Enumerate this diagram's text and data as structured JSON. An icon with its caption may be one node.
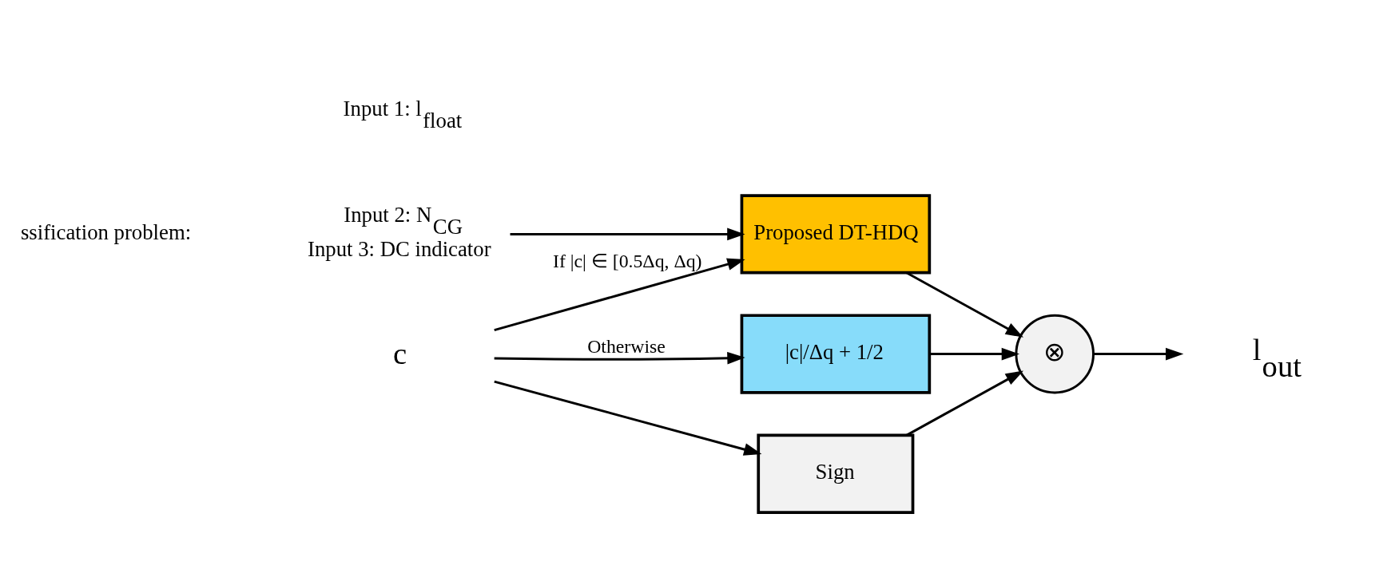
{
  "diagram": {
    "nodes": [
      {
        "text": [
          "c"
        ]
      },
      {
        "text": [
          "Proposed DT-HDQ"
        ]
      },
      {
        "text": [
          "|c|/Δq + 1/2"
        ]
      },
      {
        "text": [
          "Sign"
        ]
      },
      {
        "text": [
          "⊗"
        ]
      },
      {
        "text": [
          "l$_{out}$"
        ]
      },
      {
        "text": [
          "Input 2: N$_{CG}$",
          "Input 3: DC indicator"
        ]
      }
    ],
    "edges": [
      {
        "from": 0,
        "to": 1,
        "arrow": "to",
        "label": "If |c| ∈ [0.5Δq, Δq)"
      },
      {
        "from": 0,
        "to": 2,
        "arrow": "to",
        "label": "Otherwise"
      },
      {
        "from": 0,
        "to": 3,
        "arrow": "to"
      },
      {
        "from": 1,
        "to": 4,
        "arrow": "to"
      },
      {
        "from": 2,
        "to": 4,
        "arrow": "to"
      },
      {
        "from": 3,
        "to": 4,
        "arrow": "to"
      },
      {
        "from": 4,
        "to": 5,
        "arrow": "to"
      },
      {
        "from": 6,
        "to": 1,
        "arrow": "to"
      }
    ],
    "labels": [
      "ssification problem:",
      "Input 1: l$_{float}$"
    ]
  }
}
